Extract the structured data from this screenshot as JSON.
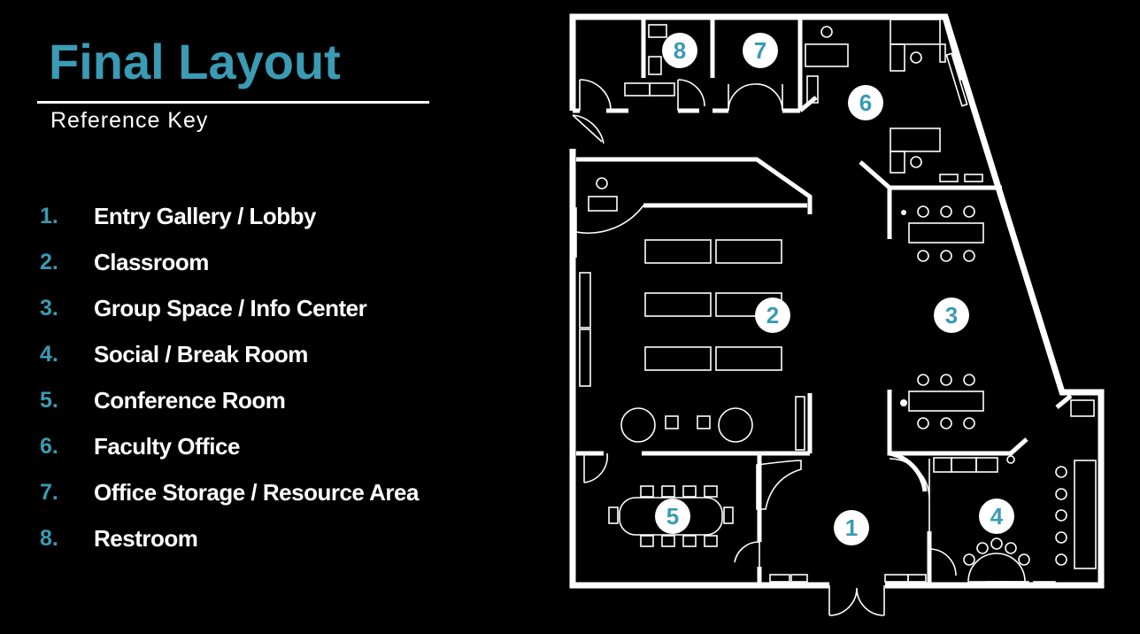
{
  "header": {
    "title": "Final Layout",
    "subtitle": "Reference Key"
  },
  "key": [
    {
      "num": "1.",
      "label": "Entry Gallery / Lobby"
    },
    {
      "num": "2.",
      "label": "Classroom"
    },
    {
      "num": "3.",
      "label": "Group Space / Info Center"
    },
    {
      "num": "4.",
      "label": "Social / Break Room"
    },
    {
      "num": "5.",
      "label": "Conference Room"
    },
    {
      "num": "6.",
      "label": "Faculty Office"
    },
    {
      "num": "7.",
      "label": "Office Storage / Resource Area"
    },
    {
      "num": "8.",
      "label": "Restroom"
    }
  ],
  "plan_badges": [
    "1",
    "2",
    "3",
    "4",
    "5",
    "6",
    "7",
    "8"
  ],
  "colors": {
    "accent": "#3a9bb4",
    "background": "#000000",
    "line": "#ffffff"
  }
}
